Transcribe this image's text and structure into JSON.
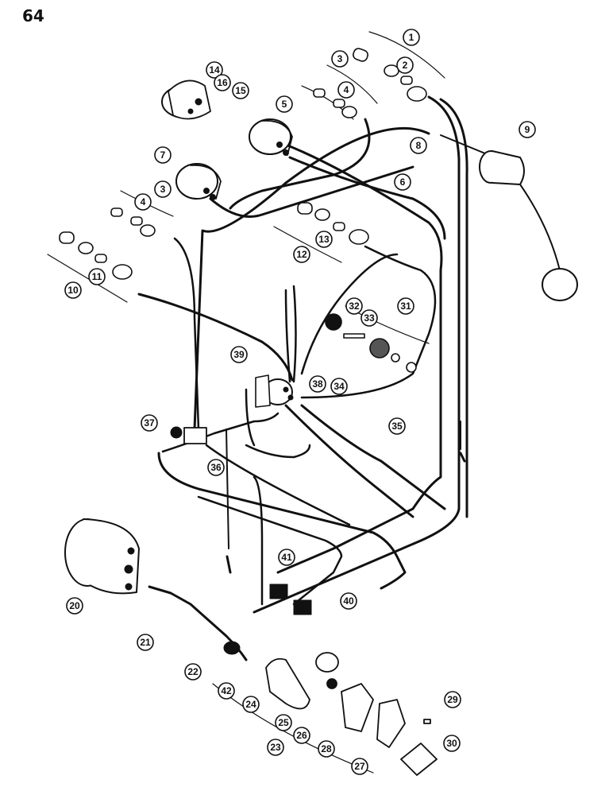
{
  "page_number": "64",
  "callouts": [
    "1",
    "2",
    "3",
    "4",
    "5",
    "6",
    "7",
    "8",
    "9",
    "3",
    "4",
    "10",
    "11",
    "12",
    "13",
    "14",
    "15",
    "16",
    "20",
    "21",
    "22",
    "23",
    "24",
    "25",
    "26",
    "27",
    "28",
    "29",
    "30",
    "31",
    "32",
    "33",
    "34",
    "35",
    "36",
    "37",
    "38",
    "39",
    "40",
    "41",
    "42"
  ],
  "colors": {
    "ink": "#111111",
    "background": "#ffffff"
  }
}
